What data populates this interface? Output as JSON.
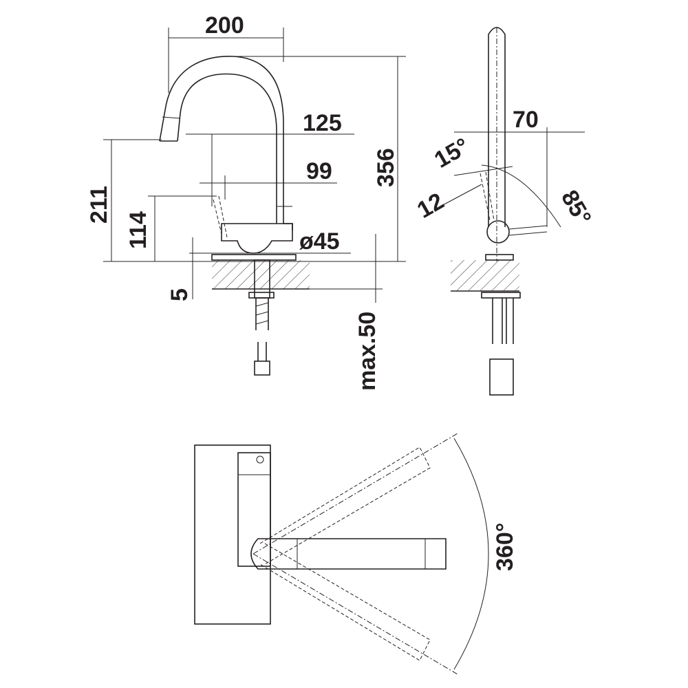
{
  "dimensions": {
    "width_200": "200",
    "reach_125": "125",
    "reach_99": "99",
    "height_356": "356",
    "height_211": "211",
    "height_114": "114",
    "diameter_45": "ø45",
    "thickness_5": "5",
    "max_50": "max.50",
    "side_70": "70",
    "angle_15": "15°",
    "angle_12": "12",
    "angle_85": "85°",
    "rotation_360": "360°"
  },
  "colors": {
    "line": "#231f20",
    "background": "#ffffff"
  }
}
